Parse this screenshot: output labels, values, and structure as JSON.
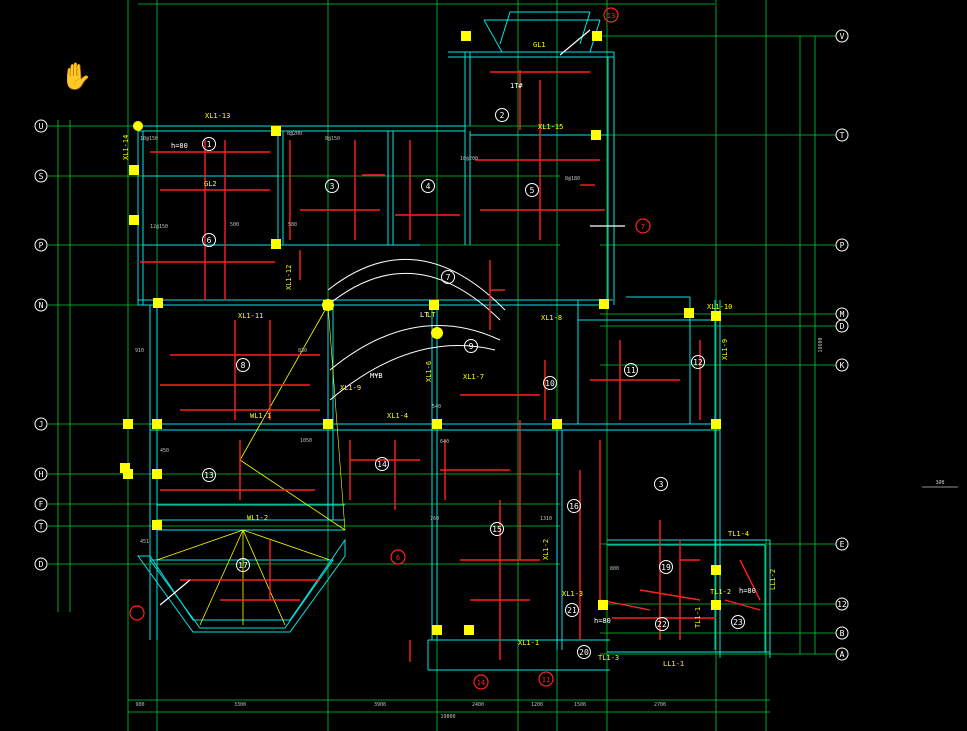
{
  "colors": {
    "background": "#000000",
    "grid": "#00cc33",
    "wall": "#00e5e5",
    "beam_label": "#ffff00",
    "column": "#ffff00",
    "rebar": "#ff2020",
    "annotation": "#ffffff",
    "dim_text": "#c0c0c0"
  },
  "cursor_icon": "hand-pointer-icon",
  "axes_left": [
    "U",
    "S",
    "P",
    "N",
    "J",
    "H",
    "F",
    "T",
    "D"
  ],
  "axes_right": [
    "V",
    "T",
    "P",
    "M",
    "D",
    "K",
    "E",
    "12",
    "B",
    "A"
  ],
  "axes_bottom_dims": [
    "900",
    "3300",
    "3900",
    "2400",
    "1200",
    "1500",
    "2700"
  ],
  "total_dim_bottom": "19800",
  "total_dim_right": "18600",
  "beam_labels": [
    "XL1-13",
    "XL1-14",
    "GL2",
    "GL1",
    "XL1-15",
    "XL1-12",
    "XL1-11",
    "XL1-9",
    "XL1-8",
    "XL1-10",
    "XL1-9",
    "XL1-6",
    "XL1-7",
    "XL1-4",
    "WL1-1",
    "WL1-2",
    "XL1-2",
    "XL1-1",
    "XL1-3",
    "TL1-4",
    "TL1-2",
    "TL1-1",
    "LL1-2",
    "LL1-1",
    "TL1-3",
    "LT"
  ],
  "room_numbers": [
    "1",
    "2",
    "3",
    "4",
    "5",
    "6",
    "7",
    "8",
    "9",
    "10",
    "11",
    "12",
    "13",
    "14",
    "15",
    "16",
    "17",
    "19",
    "20",
    "21",
    "22",
    "23",
    "3"
  ],
  "slab_notes": [
    "h=80",
    "h=80",
    "h=80",
    "h=80"
  ],
  "stair_texts": [
    "1T#",
    "LT",
    "LT",
    "M¥B"
  ],
  "section_marks": [
    "13",
    "7",
    "6",
    "14",
    "11"
  ],
  "rebar_labels": [
    "10@150",
    "8@200",
    "8@150",
    "10@200",
    "8@180",
    "12@150",
    "500",
    "580",
    "910",
    "830",
    "540",
    "1050",
    "450",
    "640",
    "1310",
    "800",
    "760",
    "451"
  ],
  "side_note": "3Ø8"
}
